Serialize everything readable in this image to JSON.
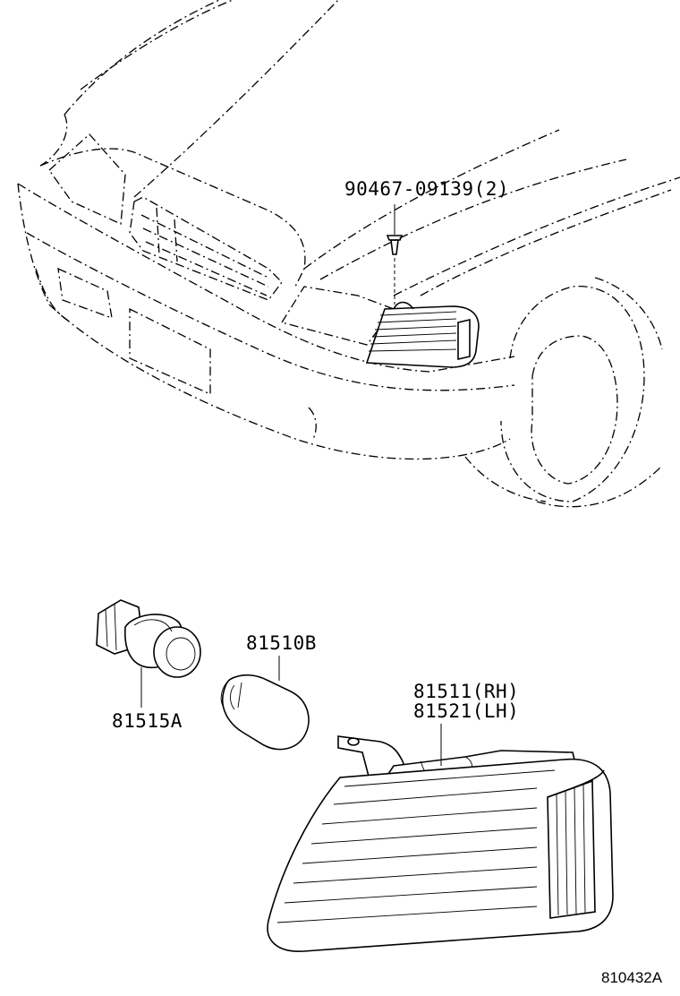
{
  "parts": {
    "screw": "90467-09139(2)",
    "socket": "81515A",
    "bulb": "81510B",
    "lamp_rh": "81511(RH)",
    "lamp_lh": "81521(LH)"
  },
  "diagram_code": "810432A"
}
